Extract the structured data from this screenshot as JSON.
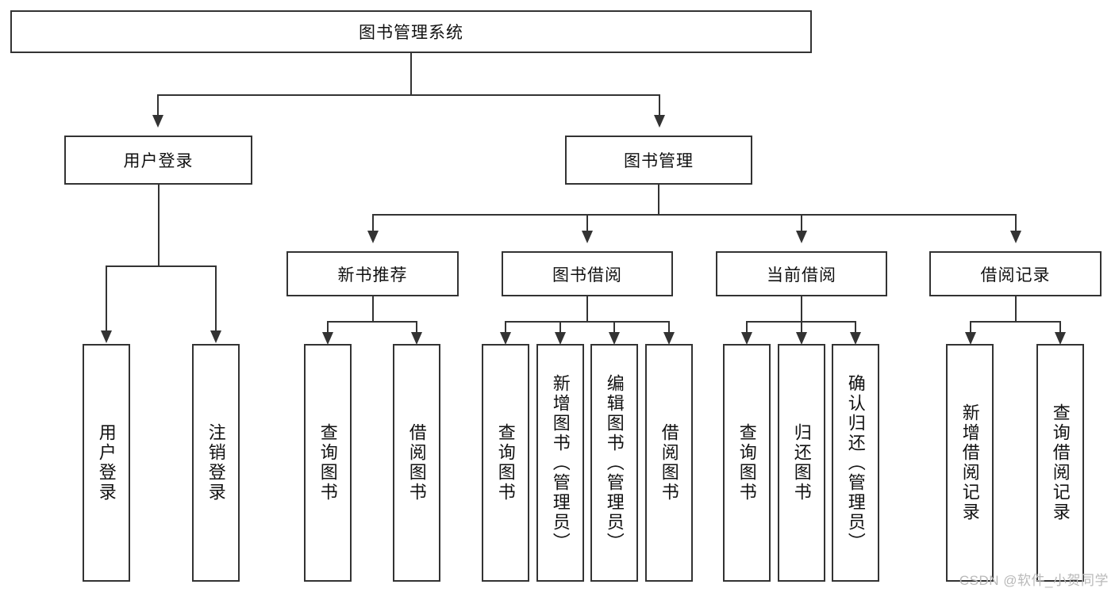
{
  "diagram": {
    "title": "图书管理系统",
    "type": "hierarchy-tree",
    "watermark": "CSDN @软件_小贺同学",
    "colors": {
      "stroke": "#333333",
      "fill": "#ffffff",
      "text": "#111111",
      "watermark": "#b9b9b9"
    },
    "levels": {
      "root": {
        "label": "图书管理系统"
      },
      "level2": [
        {
          "label": "用户登录"
        },
        {
          "label": "图书管理"
        }
      ],
      "level3": [
        {
          "label": "新书推荐"
        },
        {
          "label": "图书借阅"
        },
        {
          "label": "当前借阅"
        },
        {
          "label": "借阅记录"
        }
      ],
      "leaves": {
        "user_login": [
          {
            "label": "用户登录"
          },
          {
            "label": "注销登录"
          }
        ],
        "new_book": [
          {
            "label": "查询图书"
          },
          {
            "label": "借阅图书"
          }
        ],
        "book_borrow": [
          {
            "label": "查询图书"
          },
          {
            "label": "新增图书（管理员）"
          },
          {
            "label": "编辑图书（管理员）"
          },
          {
            "label": "借阅图书"
          }
        ],
        "current_borrow": [
          {
            "label": "查询图书"
          },
          {
            "label": "归还图书"
          },
          {
            "label": "确认归还（管理员）"
          }
        ],
        "borrow_record": [
          {
            "label": "新增借阅记录"
          },
          {
            "label": "查询借阅记录"
          }
        ]
      }
    }
  }
}
